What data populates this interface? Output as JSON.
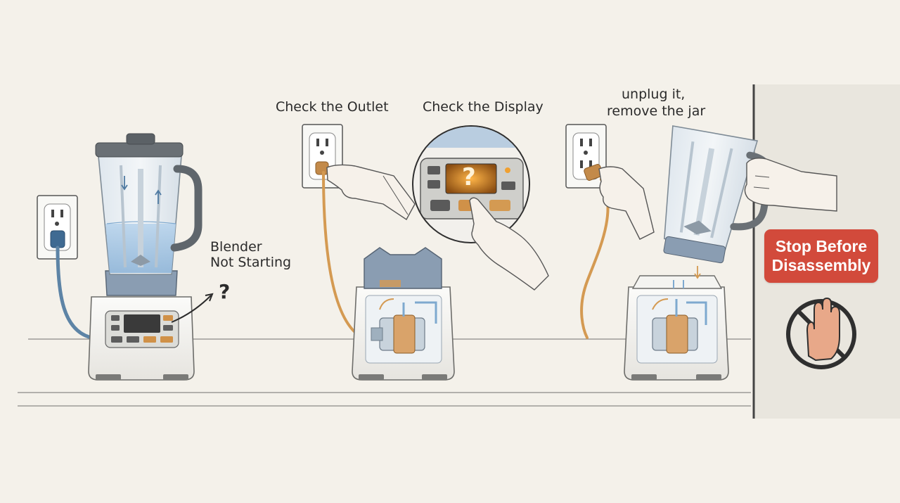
{
  "labels": {
    "problem_line1": "Blender",
    "problem_line2": "Not Starting",
    "question_mark": "?",
    "step_outlet": "Check the Outlet",
    "step_display": "Check the Display",
    "step_unplug_line1": "unplug it,",
    "step_unplug_line2": "remove the jar",
    "display_question": "?",
    "stop_line1": "Stop Before",
    "stop_line2": "Disassembly"
  },
  "icons": {
    "outlet": "outlet-icon",
    "stop_hand": "stop-hand-icon"
  },
  "colors": {
    "background": "#f4f1ea",
    "side_panel": "#e9e6de",
    "stop_badge": "#d24a3b",
    "cord_blue": "#5d84a6",
    "cord_orange": "#d49a52",
    "display_glow": "#f0a030",
    "jar_water": "#a9c9e6"
  }
}
